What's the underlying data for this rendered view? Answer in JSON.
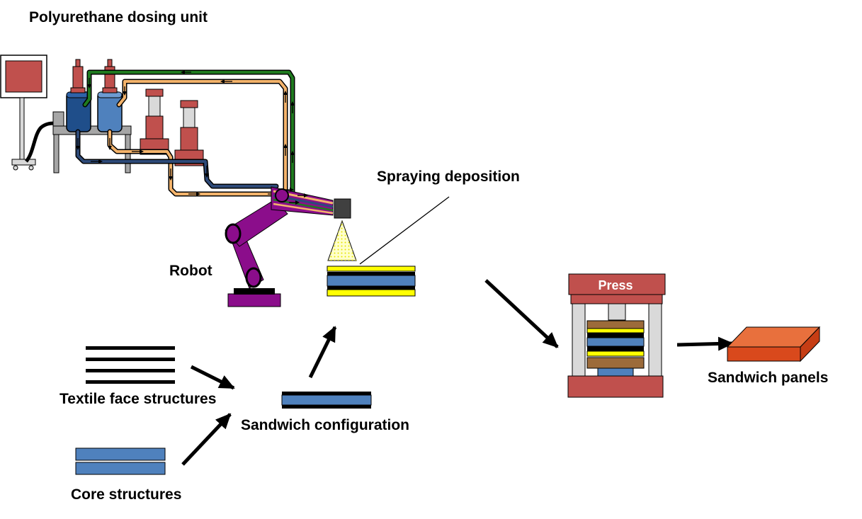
{
  "labels": {
    "dosing_unit": "Polyurethane dosing unit",
    "spraying": "Spraying deposition",
    "robot": "Robot",
    "press": "Press",
    "sandwich_panels": "Sandwich panels",
    "textile_face": "Textile face structures",
    "sandwich_config": "Sandwich configuration",
    "core_structures": "Core structures"
  },
  "colors": {
    "robot_purple": "#8b0d8b",
    "tank_dark_blue": "#1f4e8a",
    "tank_light_blue": "#4f81bd",
    "pump_red": "#c0504d",
    "hose_orange": "#f3b36b",
    "hose_green": "#1f7a1f",
    "hose_navy": "#2e4a78",
    "layer_yellow": "#ffff00",
    "layer_blue": "#4f81bd",
    "layer_brown": "#9c6b3a",
    "press_red": "#c0504d",
    "panel_orange": "#e05a26",
    "spray_fill": "#ffffcc"
  },
  "icons": {
    "flow_arrow": "arrowhead",
    "process_arrow": "thick-arrow"
  }
}
